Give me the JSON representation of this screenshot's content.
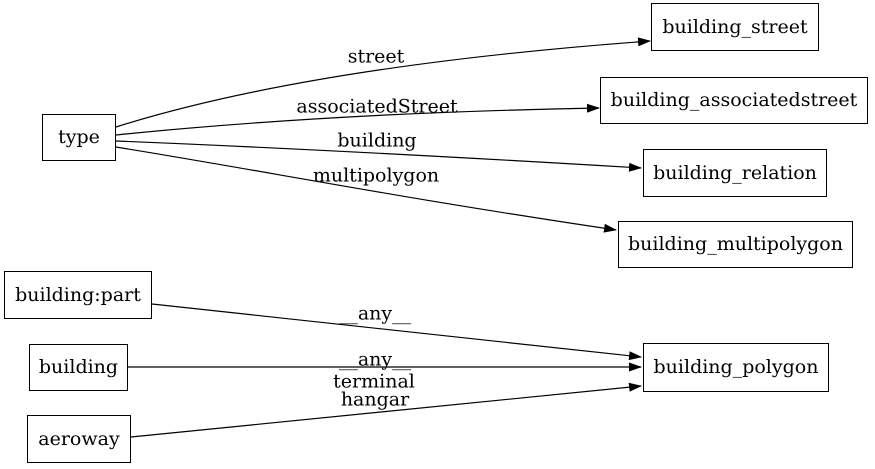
{
  "graph": {
    "background": "#ffffff",
    "colors": {
      "node_border": "#000000",
      "node_fill": "#ffffff",
      "edge": "#000000",
      "text": "#000000"
    },
    "nodes": [
      {
        "id": "type",
        "label": "type"
      },
      {
        "id": "building_street",
        "label": "building_street"
      },
      {
        "id": "building_associatedstreet",
        "label": "building_associatedstreet"
      },
      {
        "id": "building_relation",
        "label": "building_relation"
      },
      {
        "id": "building_multipolygon",
        "label": "building_multipolygon"
      },
      {
        "id": "building_part",
        "label": "building:part"
      },
      {
        "id": "building",
        "label": "building"
      },
      {
        "id": "aeroway",
        "label": "aeroway"
      },
      {
        "id": "building_polygon",
        "label": "building_polygon"
      }
    ],
    "edges": [
      {
        "from": "type",
        "label": "street",
        "to": "building_street"
      },
      {
        "from": "type",
        "label": "associatedStreet",
        "to": "building_associatedstreet"
      },
      {
        "from": "type",
        "label": "building",
        "to": "building_relation"
      },
      {
        "from": "type",
        "label": "multipolygon",
        "to": "building_multipolygon"
      },
      {
        "from": "building:part",
        "label": "__any__",
        "to": "building_polygon"
      },
      {
        "from": "building",
        "label": "__any__",
        "to": "building_polygon"
      },
      {
        "from": "aeroway",
        "label": "terminal",
        "to": "building_polygon"
      },
      {
        "from": "aeroway",
        "label": "hangar",
        "to": "building_polygon"
      }
    ]
  }
}
